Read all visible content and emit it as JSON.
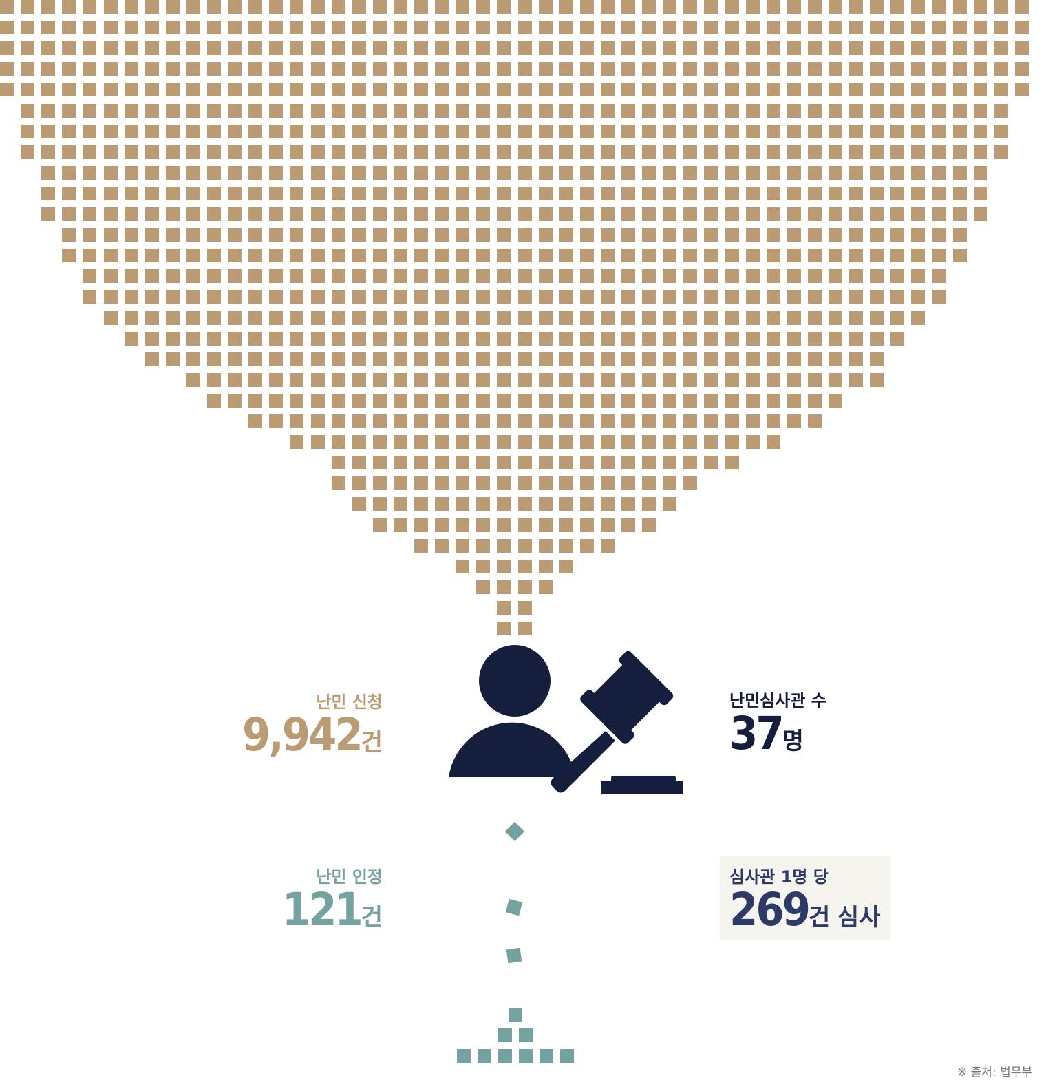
{
  "colors": {
    "applications": "#bb9b74",
    "recognized": "#76a1a1",
    "examiners": "#161e3d",
    "per_examiner": "#2e3a66",
    "per_examiner_bg": "#f5f4ef",
    "source": "#777777"
  },
  "stats": {
    "applications": {
      "label": "난민 신청",
      "value": "9,942",
      "unit": "건"
    },
    "recognized": {
      "label": "난민 인정",
      "value": "121",
      "unit": "건"
    },
    "examiners": {
      "label": "난민심사관 수",
      "value": "37",
      "unit": "명"
    },
    "per_examiner": {
      "label": "심사관 1명 당",
      "value": "269",
      "unit": "건 심사"
    }
  },
  "icons": {
    "center": "examiner-gavel-icon"
  },
  "source": "※ 출처: 법무부"
}
